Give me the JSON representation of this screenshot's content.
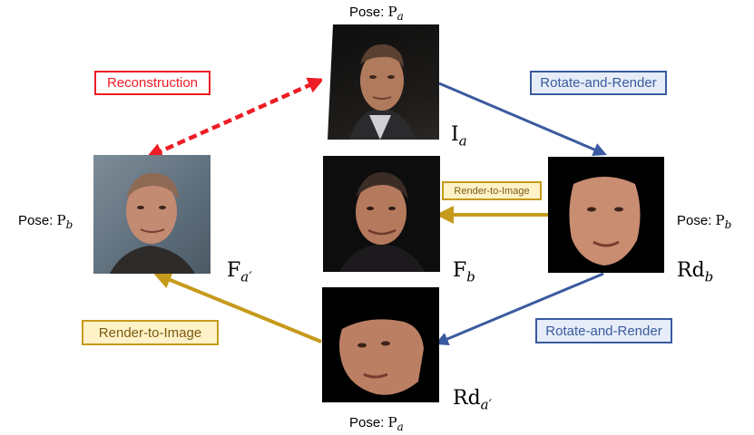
{
  "pose_prefix": "Pose:",
  "pose_symbol": "P",
  "labels": {
    "top_pose_sub": "a",
    "bottom_pose_sub": "a",
    "left_pose_sub": "b",
    "right_pose_sub": "b",
    "Ia_main": "I",
    "Ia_sub": "a",
    "Fb_main": "F",
    "Fb_sub": "b",
    "Rdb_main": "Rd",
    "Rdb_sub": "b",
    "Fa_main": "F",
    "Fa_sub": "a′",
    "Rda_main": "Rd",
    "Rda_sub": "a′"
  },
  "boxes": {
    "reconstruction": "Reconstruction",
    "rotate_render_top": "Rotate-and-Render",
    "render_to_image_mid": "Render-to-Image",
    "render_to_image_bottom": "Render-to-Image",
    "rotate_render_bottom": "Rotate-and-Render"
  },
  "colors": {
    "red": "#ee1c25",
    "blue": "#3a5a9f",
    "gold": "#c69a1b",
    "box_yellow_bg": "#fff2c9",
    "box_blue_bg": "#e6edf8"
  }
}
